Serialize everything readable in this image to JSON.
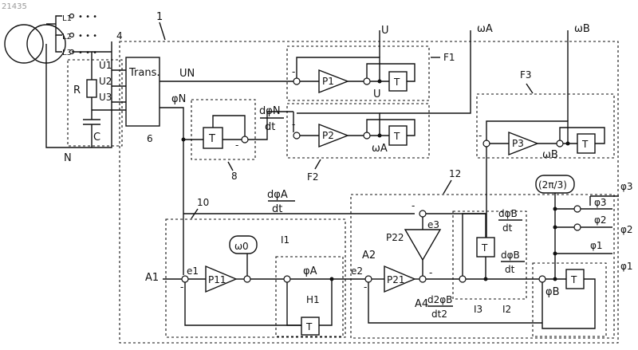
{
  "figure_id": "21435",
  "figure_number": "1",
  "supply": {
    "phases": [
      "L1",
      "L2",
      "L3"
    ],
    "neutral": "N"
  },
  "input_network": {
    "label": "4",
    "resistor": "R",
    "capacitor": "C",
    "voltages": [
      "U1",
      "U2",
      "U3"
    ]
  },
  "transformer": {
    "label": "Trans.",
    "ref": "6"
  },
  "signals": {
    "un": "UN",
    "phi_n": "φN",
    "dphi_n": "dφN",
    "dt": "dt",
    "u": "U",
    "omega_a": "ωA",
    "omega_b": "ωB",
    "dphi_a": "dφA",
    "dphi_b": "dφB",
    "d2": "d2φB",
    "dt2": "dt2",
    "phi_a": "φA",
    "phi_b": "φB",
    "phi_1": "φ1",
    "phi_2": "φ2",
    "phi_3": "φ3",
    "two_pi_3": "(2π/3)",
    "omega_0": "ω0"
  },
  "blocks": {
    "p1": "P1",
    "p2": "P2",
    "p3": "P3",
    "p11": "P11",
    "p21": "P21",
    "p22": "P22",
    "t": "T",
    "f1": "F1",
    "f2": "F2",
    "f3": "F3",
    "i1": "I1",
    "i2": "I2",
    "i3": "I3",
    "h1": "H1",
    "ref8": "8",
    "ref10": "10",
    "ref12": "12"
  },
  "nodes": {
    "a1": "A1",
    "a2": "A2",
    "a4": "A4",
    "e1": "e1",
    "e2": "e2",
    "e3": "e3",
    "minus": "-"
  }
}
